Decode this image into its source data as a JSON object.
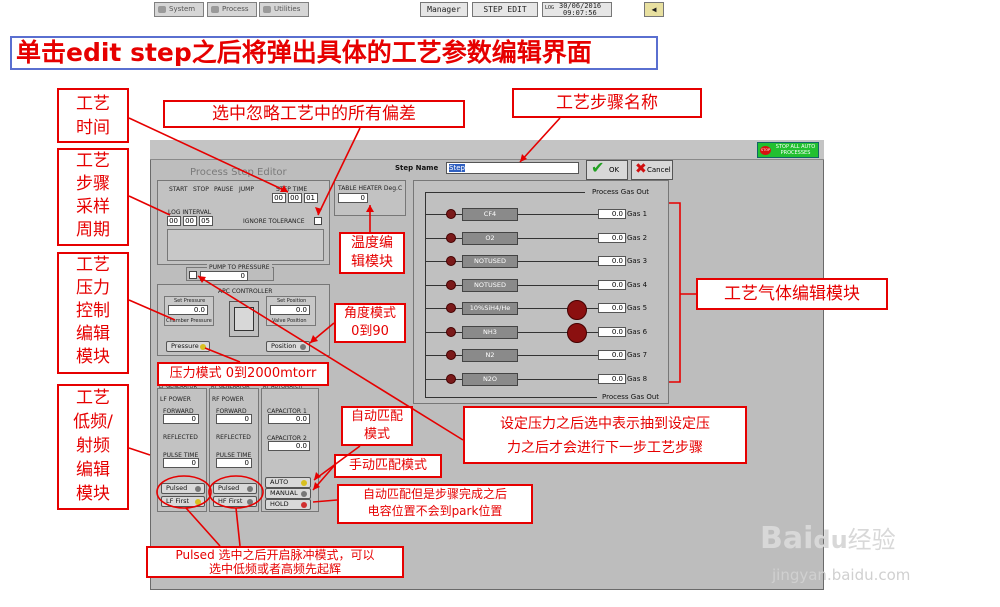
{
  "title": "单击edit step之后将弹出具体的工艺参数编辑界面",
  "toolbar": {
    "system": "System",
    "process": "Process",
    "utilities": "Utilities",
    "user": "Manager",
    "mode": "STEP EDIT",
    "loc_label": "LOG",
    "date": "30/06/2016",
    "time": "09:07:56",
    "stop_btn": "STOP ALL AUTO PROCESSES",
    "stop_icon_label": "STOP"
  },
  "editor": {
    "title": "Process Step Editor",
    "step_name_label": "Step Name",
    "step_name_value": "Step",
    "ok": "OK",
    "cancel": "Cancel",
    "cols": [
      "START",
      "STOP",
      "PAUSE",
      "JUMP"
    ],
    "step_time_label": "STEP TIME",
    "step_time": [
      "00",
      "00",
      "01"
    ],
    "log_interval_label": "LOG INTERVAL",
    "log_interval": [
      "00",
      "00",
      "05"
    ],
    "ignore_tol": "IGNORE TOLERANCE",
    "table_heater_label": "TABLE HEATER Deg.C",
    "table_heater_value": "0",
    "pump_label": "PUMP TO PRESSURE",
    "pump_value": "0",
    "apc_label": "APC CONTROLLER",
    "set_pressure": "Set Pressure",
    "set_pressure_value": "0.0",
    "chamber_pressure": "Chamber Pressure",
    "set_position": "Set Position",
    "set_position_value": "0.0",
    "valve_position": "Valve Position",
    "pressure_btn": "Pressure",
    "position_btn": "Position",
    "lf_title": "LF GENERATOR",
    "rf_title": "RF GENERATOR",
    "at_title": "RF AUTOMATCH",
    "lf_power": "LF POWER",
    "rf_power": "RF POWER",
    "forward": "FORWARD",
    "reflected": "REFLECTED",
    "pulse_time": "PULSE TIME",
    "lf_forward": "0",
    "lf_pulse": "0",
    "rf_forward": "0",
    "rf_pulse": "0",
    "cap1_label": "CAPACITOR 1",
    "cap1": "0.0",
    "cap2_label": "CAPACITOR 2",
    "cap2": "0.0",
    "pulsed": "Pulsed",
    "lf_first": "LF First",
    "hf_first": "HF First",
    "auto": "AUTO",
    "manual": "MANUAL",
    "hold": "HOLD",
    "process_gas_out": "Process Gas Out"
  },
  "gases": [
    {
      "name": "CF4",
      "value": "0.0",
      "label": "Gas 1"
    },
    {
      "name": "O2",
      "value": "0.0",
      "label": "Gas 2"
    },
    {
      "name": "NOTUSED",
      "value": "0.0",
      "label": "Gas 3"
    },
    {
      "name": "NOTUSED",
      "value": "0.0",
      "label": "Gas 4"
    },
    {
      "name": "10%SiH4/He",
      "value": "0.0",
      "label": "Gas 5"
    },
    {
      "name": "NH3",
      "value": "0.0",
      "label": "Gas 6"
    },
    {
      "name": "N2",
      "value": "0.0",
      "label": "Gas 7"
    },
    {
      "name": "N2O",
      "value": "0.0",
      "label": "Gas 8"
    }
  ],
  "annotations": {
    "process_time": "工艺\n时间",
    "ignore_dev": "选中忽略工艺中的所有偏差",
    "step_name": "工艺步骤名称",
    "sample_period": "工艺\n步骤\n采样\n周期",
    "temp_edit": "温度编\n辑模块",
    "pressure_ctrl": "工艺\n压力\n控制\n编辑\n模块",
    "angle_mode": "角度模式\n0到90",
    "pressure_mode": "压力模式 0到2000mtorr",
    "gas_edit": "工艺气体编辑模块",
    "rf_edit": "工艺\n低频/\n射频\n编辑\n模块",
    "auto_match": "自动匹配\n模式",
    "pump_note": "设定压力之后选中表示抽到设定压\n力之后才会进行下一步工艺步骤",
    "manual_match": "手动匹配模式",
    "hold_note": "自动匹配但是步骤完成之后\n电容位置不会到park位置",
    "pulsed_note": "Pulsed 选中之后开启脉冲模式，可以\n选中低频或者高频先起辉"
  },
  "watermark": {
    "brand": "Bai",
    "brand2": "du",
    "suffix": "经验",
    "url": "jingyan.baidu.com"
  },
  "colors": {
    "annotation_red": "#e60000",
    "title_border": "#5a6fd0",
    "ok_green": "#22a022",
    "stop_green": "#22c030"
  }
}
